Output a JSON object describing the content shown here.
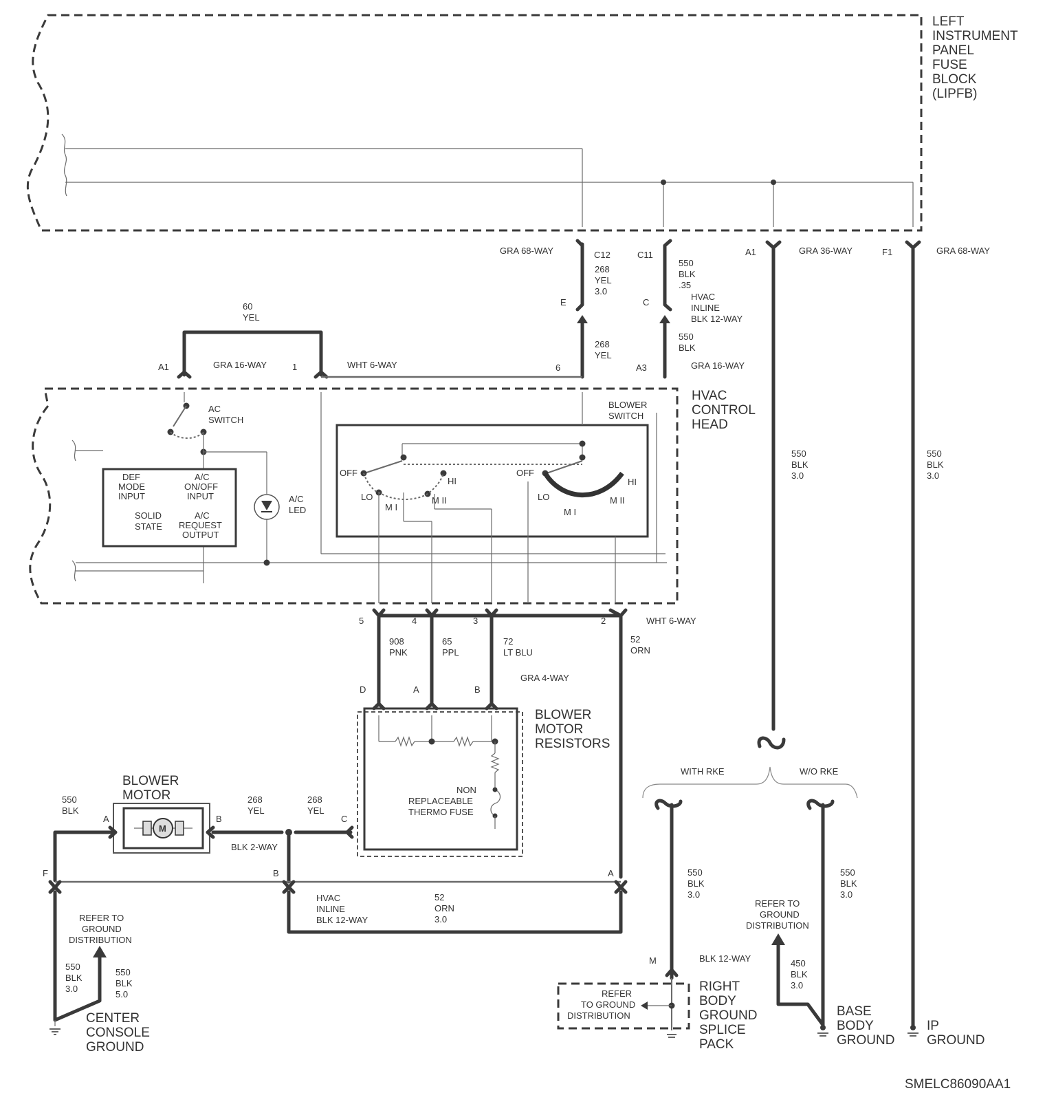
{
  "labels": {
    "lipfb": [
      "LEFT",
      "INSTRUMENT",
      "PANEL",
      "FUSE",
      "BLOCK",
      "(LIPFB)"
    ],
    "hvac_head": [
      "HVAC",
      "CONTROL",
      "HEAD"
    ],
    "blower_resistors": [
      "BLOWER",
      "MOTOR",
      "RESISTORS"
    ],
    "blower_motor": [
      "BLOWER",
      "MOTOR"
    ],
    "center_console": [
      "CENTER",
      "CONSOLE",
      "GROUND"
    ],
    "right_body": [
      "RIGHT",
      "BODY",
      "GROUND",
      "SPLICE",
      "PACK"
    ],
    "base_body": [
      "BASE",
      "BODY",
      "GROUND"
    ],
    "ip_ground": [
      "IP",
      "GROUND"
    ],
    "ac_switch": [
      "AC",
      "SWITCH"
    ],
    "blower_switch": [
      "BLOWER",
      "SWITCH"
    ],
    "ac_led": [
      "A/C",
      "LED"
    ],
    "solid_state": [
      "SOLID",
      "STATE"
    ],
    "def_mode": [
      "DEF",
      "MODE",
      "INPUT"
    ],
    "ac_onoff": [
      "A/C",
      "ON/OFF",
      "INPUT"
    ],
    "ac_request": [
      "A/C",
      "REQUEST",
      "OUTPUT"
    ],
    "thermo_fuse": [
      "NON",
      "REPLACEABLE",
      "THERMO FUSE"
    ],
    "refer_ground": [
      "REFER TO",
      "GROUND",
      "DISTRIBUTION"
    ],
    "refer_ground_box": [
      "REFER",
      "TO GROUND",
      "DISTRIBUTION"
    ],
    "with_rke": "WITH RKE",
    "wo_rke": "W/O RKE",
    "diagram_id": "SMELC86090AA1"
  },
  "switch_positions": {
    "off": "OFF",
    "lo": "LO",
    "m1": "M I",
    "m2": "M II",
    "hi": "HI"
  },
  "connectors": {
    "gra68": "GRA 68-WAY",
    "gra36": "GRA 36-WAY",
    "gra16": "GRA 16-WAY",
    "wht6": "WHT 6-WAY",
    "hvac_inline": [
      "HVAC",
      "INLINE",
      "BLK 12-WAY"
    ],
    "gra4": "GRA 4-WAY",
    "blk2": "BLK 2-WAY",
    "blk12": "BLK 12-WAY"
  },
  "pins": {
    "c12": "C12",
    "c11": "C11",
    "e": "E",
    "c": "C",
    "a1": "A1",
    "f1": "F1",
    "a3": "A3",
    "one": "1",
    "six": "6",
    "two": "2",
    "three": "3",
    "four": "4",
    "five": "5",
    "d": "D",
    "a": "A",
    "b": "B",
    "f": "F",
    "m": "M"
  },
  "wires": {
    "w60": [
      "60",
      "YEL"
    ],
    "w268_top": [
      "268",
      "YEL",
      "3.0"
    ],
    "w550_top": [
      "550",
      "BLK",
      ".35"
    ],
    "w268_mid": [
      "268",
      "YEL"
    ],
    "w550_mid": [
      "550",
      "BLK"
    ],
    "w550_a1": [
      "550",
      "BLK",
      "3.0"
    ],
    "w550_f1": [
      "550",
      "BLK",
      "3.0"
    ],
    "w908": [
      "908",
      "PNK"
    ],
    "w65": [
      "65",
      "PPL"
    ],
    "w72": [
      "72",
      "LT BLU"
    ],
    "w52": [
      "52",
      "ORN"
    ],
    "w52_low": [
      "52",
      "ORN",
      "3.0"
    ],
    "w550_motor": [
      "550",
      "BLK"
    ],
    "w268_motor": [
      "268",
      "YEL"
    ],
    "w268_res": [
      "268",
      "YEL"
    ],
    "w550_rbg": [
      "550",
      "BLK",
      "3.0"
    ],
    "w550_base": [
      "550",
      "BLK",
      "3.0"
    ],
    "w450": [
      "450",
      "BLK",
      "3.0"
    ],
    "w550_cc1": [
      "550",
      "BLK",
      "3.0"
    ],
    "w550_cc2": [
      "550",
      "BLK",
      "5.0"
    ]
  }
}
